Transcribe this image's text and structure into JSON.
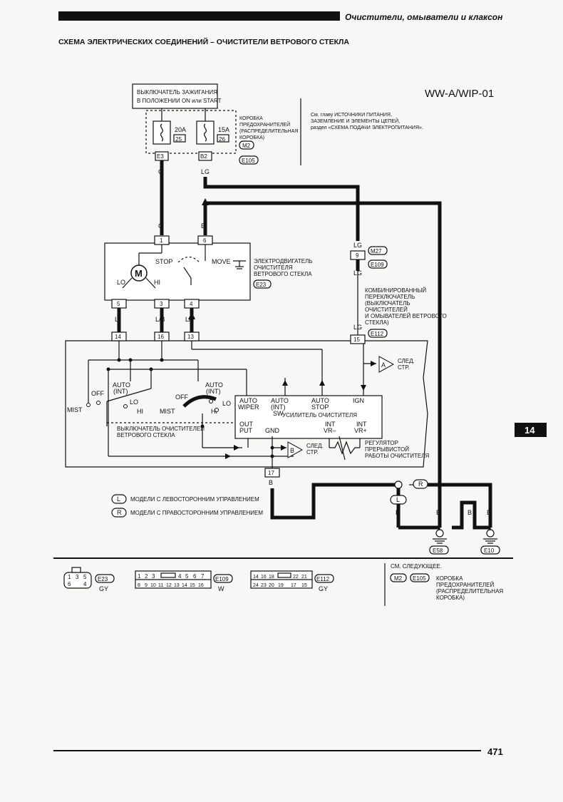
{
  "header": {
    "section_title": "Очистители, омыватели и клаксон",
    "page_title": "СХЕМА ЭЛЕКТРИЧЕСКИХ СОЕДИНЕНИЙ – ОЧИСТИТЕЛИ ВЕТРОВОГО СТЕКЛА",
    "diagram_code": "WW-A/WIP-01"
  },
  "ignition": {
    "label_line1": "ВЫКЛЮЧАТЕЛЬ ЗАЖИГАНИЯ",
    "label_line2": "В ПОЛОЖЕНИИ ON или START"
  },
  "fuse_box": {
    "label": [
      "КОРОБКА",
      "ПРЕДОХРАНИТЕЛЕЙ",
      "(РАСПРЕДЕЛИТЕЛЬНАЯ",
      "КОРОБКА)"
    ],
    "conn_m2": "M2",
    "conn_e105": "E105",
    "fuse1": {
      "rating": "20A",
      "number": "25",
      "terminal": "E3"
    },
    "fuse2": {
      "rating": "15A",
      "number": "26",
      "terminal": "B2"
    }
  },
  "power_note": [
    "См. главу ИСТОЧНИКИ ПИТАНИЯ,",
    "ЗАЗЕМЛЕНИЕ И ЭЛЕМЕНТЫ ЦЕПЕЙ,",
    "раздел «СХЕМА ПОДАЧИ ЭЛЕКТРОПИТАНИЯ»."
  ],
  "wire_colors": {
    "g": "G",
    "lg": "LG",
    "b": "B",
    "l": "L",
    "lb": "L/B",
    "ly": "L/Y"
  },
  "motor": {
    "label": [
      "ЭЛЕКТРОДВИГАТЕЛЬ",
      "ОЧИСТИТЕЛЯ",
      "ВЕТРОВОГО СТЕКЛА"
    ],
    "conn": "E23",
    "symbol": "M",
    "stop": "STOP",
    "move": "MOVE",
    "lo": "LO",
    "hi": "HI",
    "pins": {
      "p1": "1",
      "p6": "6",
      "p5": "5",
      "p3": "3",
      "p4": "4"
    }
  },
  "m27": {
    "conn": "M27",
    "pin": "9",
    "e109": "E109"
  },
  "combo_switch": {
    "label": [
      "КОМБИНИРОВАННЫЙ",
      "ПЕРЕКЛЮЧАТЕЛЬ",
      "(ВЫКЛЮЧАТЕЛЬ",
      "ОЧИСТИТЕЛЕЙ",
      "И ОМЫВАТЕЛЕЙ ВЕТРОВОГО",
      "СТЕКЛА)"
    ],
    "conn": "E112",
    "pins": {
      "p15": "15",
      "p14": "14",
      "p16": "16",
      "p13": "13",
      "p17": "17"
    }
  },
  "switch_inner": {
    "auto_int_1": [
      "AUTO",
      "(INT)"
    ],
    "off_1": "OFF",
    "lo_1": "LO",
    "mist_1": "MIST",
    "hi_1": "HI",
    "off_2": "OFF",
    "auto_int_2": [
      "AUTO",
      "(INT)"
    ],
    "mist_2": "MIST",
    "lo_2": "LO",
    "hi_2": "HI",
    "wiper_switch_label": [
      "ВЫКЛЮЧАТЕЛЬ ОЧИСТИТЕЛЕЙ",
      "ВЕТРОВОГО СТЕКЛА"
    ]
  },
  "amplifier": {
    "auto_wiper": [
      "AUTO",
      "WIPER"
    ],
    "auto_int_sw": [
      "AUTO",
      "(INT)",
      "SW"
    ],
    "auto_stop": [
      "AUTO",
      "STOP"
    ],
    "ign": "IGN",
    "title": "УСИЛИТЕЛЬ ОЧИСТИТЕЛЯ",
    "out_put": [
      "OUT",
      "PUT"
    ],
    "gnd": "GND",
    "int_vr_minus": [
      "INT",
      "VR–"
    ],
    "int_vr_plus": [
      "INT",
      "VR+"
    ]
  },
  "refs": {
    "next_a_letter": "A",
    "next_b_letter": "B",
    "next_label": [
      "СЛЕД.",
      "СТР."
    ]
  },
  "regulator": [
    "РЕГУЛЯТОР",
    "ПРЕРЫВИСТОЙ",
    "РАБОТЫ ОЧИСТИТЕЛЯ"
  ],
  "legend": {
    "l_letter": "L",
    "l_text": "МОДЕЛИ С ЛЕВОСТОРОННИМ УПРАВЛЕНИЕМ",
    "r_letter": "R",
    "r_text": "МОДЕЛИ С ПРАВОСТОРОННИМ УПРАВЛЕНИЕМ"
  },
  "grounds": {
    "e58": "E58",
    "e10": "E10"
  },
  "connectors": {
    "e23": {
      "pins_top": [
        "1",
        "3",
        "5"
      ],
      "pins_bottom": [
        "6",
        "4"
      ],
      "code": "E23",
      "color": "GY"
    },
    "e109": {
      "pins_top": [
        "1",
        "2",
        "3",
        "",
        "4",
        "5",
        "6",
        "7"
      ],
      "pins_bottom": [
        "8",
        "9",
        "10",
        "11",
        "12",
        "13",
        "14",
        "15",
        "16"
      ],
      "code": "E109",
      "color": "W"
    },
    "e112": {
      "pins_top": [
        "14",
        "16",
        "18",
        "",
        "22",
        "21"
      ],
      "pins_bottom": [
        "24",
        "23",
        "20",
        "19",
        "17",
        "15"
      ],
      "code": "E112",
      "color": "GY"
    }
  },
  "see_also": {
    "title": "СМ. СЛЕДУЮЩЕЕ.",
    "m2": "M2",
    "e105": "E105",
    "text": [
      "КОРОБКА",
      "ПРЕДОХРАНИТЕЛЕЙ",
      "(РАСПРЕДЕЛИТЕЛЬНАЯ",
      "КОРОБКА)"
    ]
  },
  "chapter_tab": "14",
  "page_number": "471"
}
